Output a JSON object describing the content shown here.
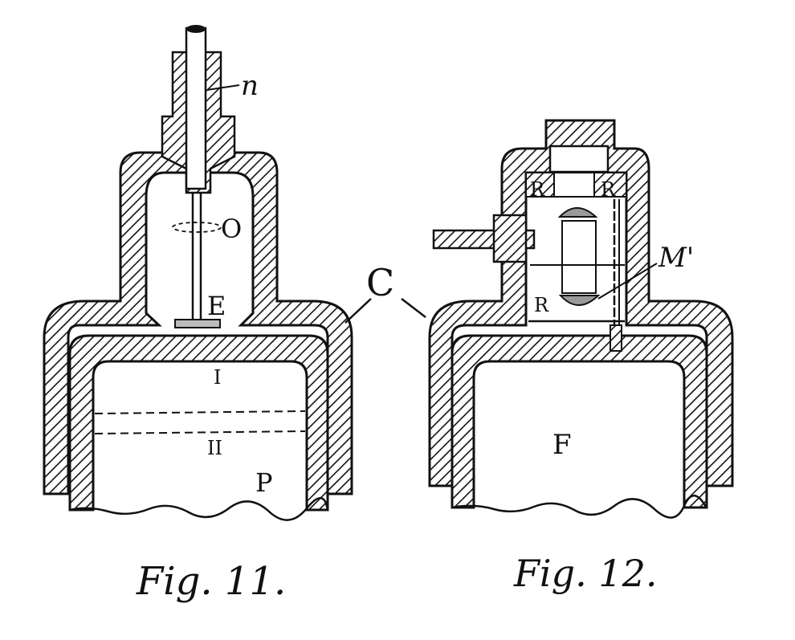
{
  "figures": [
    {
      "caption": "Fig. 11.",
      "labels": {
        "n": "n",
        "o": "O",
        "e": "E",
        "i": "I",
        "ii": "II",
        "p": "P"
      }
    },
    {
      "caption": "Fig. 12.",
      "labels": {
        "r_top_left": "R",
        "r_top_right": "R",
        "m": "M'",
        "r_bottom": "R",
        "f": "F"
      }
    }
  ],
  "shared_label": "C",
  "colors": {
    "ink": "#111111",
    "paper": "#ffffff"
  }
}
